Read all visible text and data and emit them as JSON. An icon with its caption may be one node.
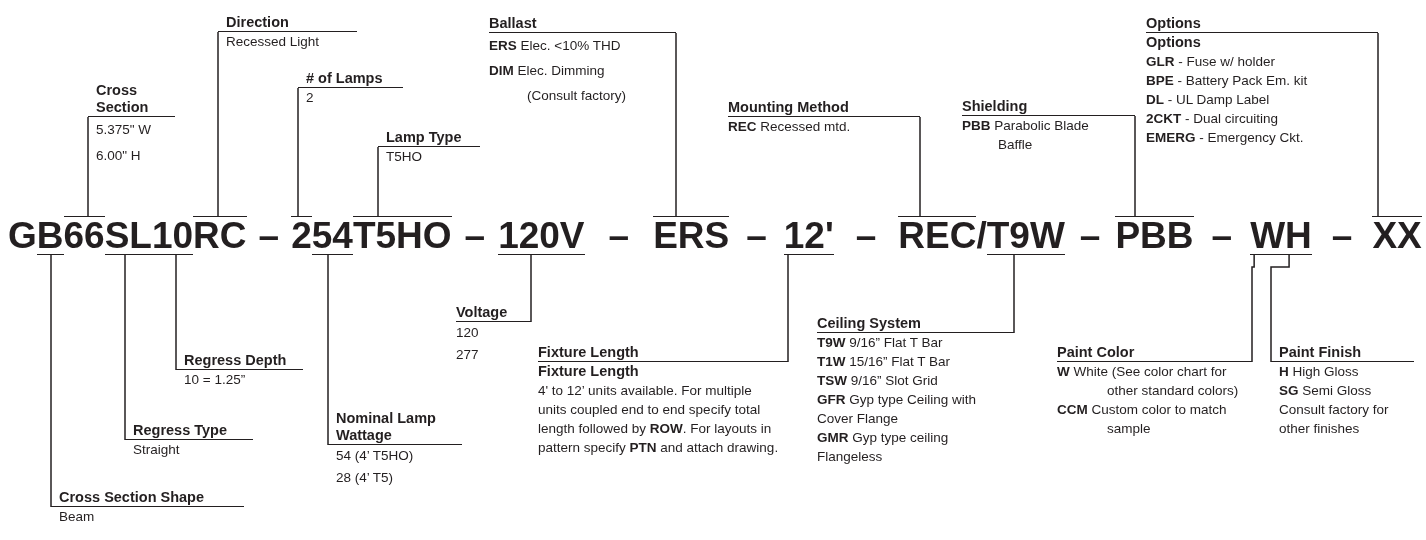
{
  "diagram": {
    "nodes": [
      {
        "text": [
          "Cross Section",
          "5.375\" W",
          "6.00\" H"
        ]
      },
      {
        "text": [
          "Direction",
          "Recessed Light"
        ]
      },
      {
        "text": [
          "# of Lamps",
          "2"
        ]
      },
      {
        "text": [
          "Lamp Type",
          "T5HO"
        ]
      },
      {
        "text": [
          "Ballast",
          "**ERS** Elec. <10% THD",
          "**DIM** Elec. Dimming",
          "(Consult factory)"
        ]
      },
      {
        "text": [
          "Mounting Method",
          "**REC** Recessed mtd."
        ]
      },
      {
        "text": [
          "Shielding",
          "**PBB** Parabolic Blade Baffle"
        ]
      },
      {
        "text": [
          "Options",
          "Options",
          "**GLR** - Fuse w/ holder",
          "**BPE** - Battery Pack Em. kit",
          "**DL** - UL Damp Label",
          "**2CKT** - Dual circuiting",
          "**EMERG** - Emergency Ckt."
        ]
      },
      {
        "text": [
          "B"
        ]
      },
      {
        "text": [
          "66"
        ]
      },
      {
        "text": [
          "SL"
        ]
      },
      {
        "text": [
          "10"
        ]
      },
      {
        "text": [
          "RC"
        ]
      },
      {
        "text": [
          "2"
        ]
      },
      {
        "text": [
          "54"
        ]
      },
      {
        "text": [
          "T5HO"
        ]
      },
      {
        "text": [
          "120V"
        ]
      },
      {
        "text": [
          "ERS"
        ]
      },
      {
        "text": [
          "12'"
        ]
      },
      {
        "text": [
          "REC"
        ]
      },
      {
        "text": [
          "T9W"
        ]
      },
      {
        "text": [
          "PBB"
        ]
      },
      {
        "text": [
          "W"
        ]
      },
      {
        "text": [
          "H"
        ]
      },
      {
        "text": [
          "XX"
        ]
      },
      {
        "text": [
          "Cross Section Shape",
          "Beam"
        ]
      },
      {
        "text": [
          "Regress Type",
          "Straight"
        ]
      },
      {
        "text": [
          "Regress Depth",
          "10 = 1.25”"
        ]
      },
      {
        "text": [
          "Nominal Lamp Wattage",
          "54 (4’ T5HO)",
          "28 (4’ T5)"
        ]
      },
      {
        "text": [
          "Voltage",
          "120",
          "277"
        ]
      },
      {
        "text": [
          "Fixture Length",
          "Fixture Length",
          "4' to 12’ units available. For multiple units coupled end to end specify total length followed by **ROW**. For layouts in pattern specify **PTN** and attach drawing."
        ]
      },
      {
        "text": [
          "Ceiling System",
          "**T9W** 9/16” Flat T Bar",
          "**T1W** 15/16” Flat T Bar",
          "**TSW** 9/16” Slot Grid",
          "**GFR** Gyp type Ceiling with Cover Flange",
          "**GMR** Gyp type ceiling Flangeless"
        ]
      },
      {
        "text": [
          "Paint Color",
          "**W** White (See color chart for other standard colors)",
          "**CCM** Custom color to match sample"
        ]
      },
      {
        "text": [
          "Paint Finish",
          "**H** High Gloss",
          "**SG** Semi Gloss",
          "Consult factory for other finishes"
        ]
      }
    ],
    "edges": [
      {
        "from": 0,
        "to": 9,
        "arrow": "none"
      },
      {
        "from": 1,
        "to": 12,
        "arrow": "none"
      },
      {
        "from": 2,
        "to": 13,
        "arrow": "none"
      },
      {
        "from": 3,
        "to": 15,
        "arrow": "none"
      },
      {
        "from": 4,
        "to": 17,
        "arrow": "none"
      },
      {
        "from": 5,
        "to": 19,
        "arrow": "none"
      },
      {
        "from": 6,
        "to": 21,
        "arrow": "none"
      },
      {
        "from": 7,
        "to": 24,
        "arrow": "none"
      },
      {
        "from": 25,
        "to": 8,
        "arrow": "none"
      },
      {
        "from": 26,
        "to": 10,
        "arrow": "none"
      },
      {
        "from": 27,
        "to": 11,
        "arrow": "none"
      },
      {
        "from": 28,
        "to": 14,
        "arrow": "none"
      },
      {
        "from": 29,
        "to": 16,
        "arrow": "none"
      },
      {
        "from": 30,
        "to": 18,
        "arrow": "none"
      },
      {
        "from": 31,
        "to": 20,
        "arrow": "none"
      },
      {
        "from": 32,
        "to": 22,
        "arrow": "none"
      },
      {
        "from": 33,
        "to": 23,
        "arrow": "none"
      }
    ],
    "labels": [
      "G",
      "–",
      "–",
      "–",
      "–",
      "–",
      "/",
      "–",
      "–",
      "–"
    ]
  }
}
